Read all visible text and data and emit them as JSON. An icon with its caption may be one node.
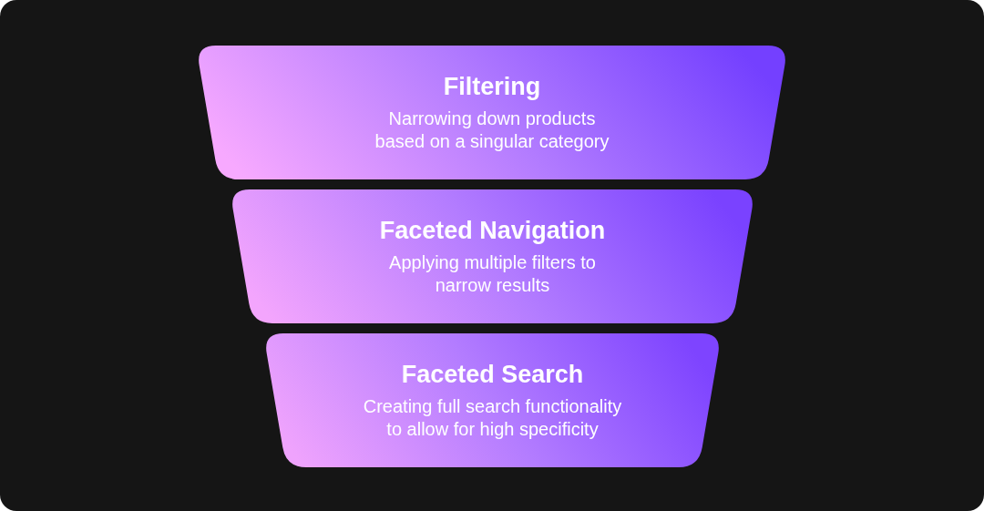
{
  "diagram": {
    "nodes": [
      {
        "text": [
          "Filtering",
          "Narrowing down products based on a singular category"
        ]
      },
      {
        "text": [
          "Faceted Navigation",
          "Applying multiple filters to narrow results"
        ]
      },
      {
        "text": [
          "Faceted Search",
          "Creating full search functionality to allow for high specificity"
        ]
      }
    ]
  }
}
